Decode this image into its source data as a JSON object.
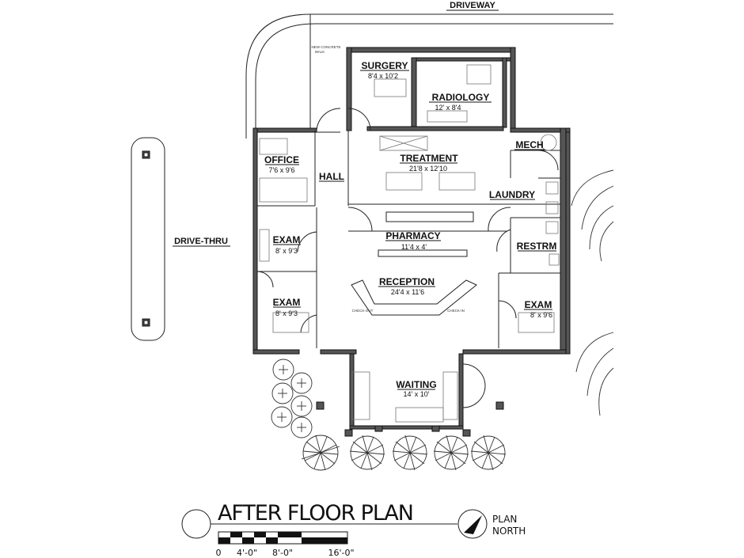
{
  "plan": {
    "title": "AFTER FLOOR PLAN",
    "north_label_1": "PLAN",
    "north_label_2": "NORTH",
    "scale_labels": [
      "0",
      "4'-0\"",
      "8'-0\"",
      "16'-0\""
    ],
    "driveway": "DRIVEWAY",
    "drive_thru": "DRIVE-THRU",
    "walk_note_1": "NEW CONCRETE",
    "walk_note_2": "WALK",
    "check_out": "CHECK-OUT",
    "check_in": "CHECK-IN",
    "rooms": {
      "surgery": {
        "name": "SURGERY",
        "dims": "8'4 x 10'2"
      },
      "radiology": {
        "name": "RADIOLOGY",
        "dims": "12' x 8'4"
      },
      "mech": {
        "name": "MECH"
      },
      "office": {
        "name": "OFFICE",
        "dims": "7'6 x 9'6"
      },
      "hall": {
        "name": "HALL"
      },
      "treatment": {
        "name": "TREATMENT",
        "dims": "21'8 x 12'10"
      },
      "laundry": {
        "name": "LAUNDRY"
      },
      "pharmacy": {
        "name": "PHARMACY",
        "dims": "11'4 x 4'"
      },
      "restrm": {
        "name": "RESTRM"
      },
      "exam1": {
        "name": "EXAM",
        "dims": "8' x 9'3"
      },
      "exam2": {
        "name": "EXAM",
        "dims": "8' x 9'3"
      },
      "exam3": {
        "name": "EXAM",
        "dims": "8' x 9'6"
      },
      "reception": {
        "name": "RECEPTION",
        "dims": "24'4 x 11'6"
      },
      "waiting": {
        "name": "WAITING",
        "dims": "14' x 10'"
      }
    }
  }
}
